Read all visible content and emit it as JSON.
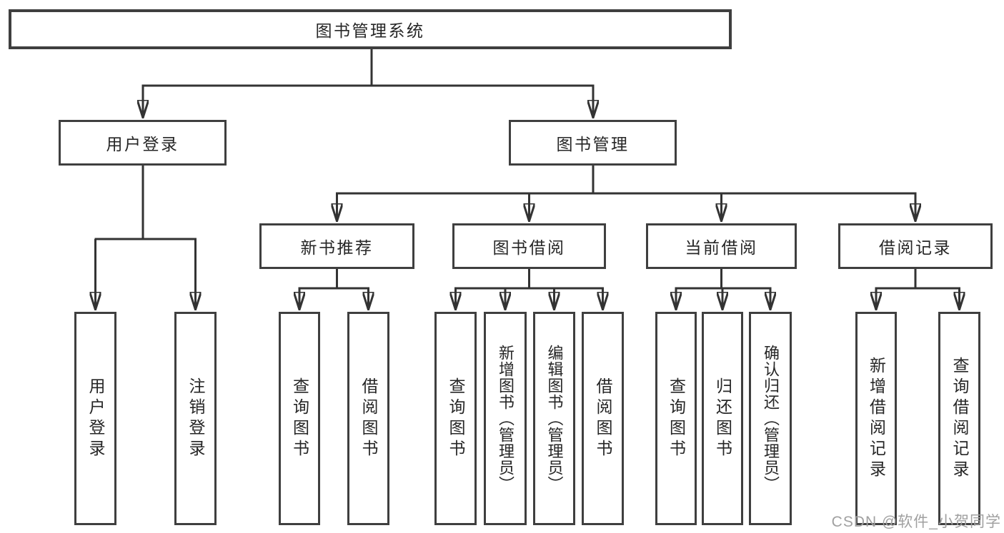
{
  "root": {
    "label": "图书管理系统"
  },
  "branches": [
    {
      "label": "用户登录",
      "leaves": [
        {
          "label": "用户登录"
        },
        {
          "label": "注销登录"
        }
      ]
    },
    {
      "label": "图书管理",
      "groups": [
        {
          "label": "新书推荐",
          "leaves": [
            {
              "label": "查询图书"
            },
            {
              "label": "借阅图书"
            }
          ]
        },
        {
          "label": "图书借阅",
          "leaves": [
            {
              "label": "查询图书"
            },
            {
              "label": "新增图书（管理员）"
            },
            {
              "label": "编辑图书（管理员）"
            },
            {
              "label": "借阅图书"
            }
          ]
        },
        {
          "label": "当前借阅",
          "leaves": [
            {
              "label": "查询图书"
            },
            {
              "label": "归还图书"
            },
            {
              "label": "确认归还（管理员）"
            }
          ]
        },
        {
          "label": "借阅记录",
          "leaves": [
            {
              "label": "新增借阅记录"
            },
            {
              "label": "查询借阅记录"
            }
          ]
        }
      ]
    }
  ],
  "watermark": {
    "text": "CSDN @软件_小贺同学"
  },
  "colors": {
    "line": "#333333",
    "border": "#3f3f3f",
    "text": "#262626",
    "background": "#ffffff",
    "watermark": "#a0a0a0"
  }
}
